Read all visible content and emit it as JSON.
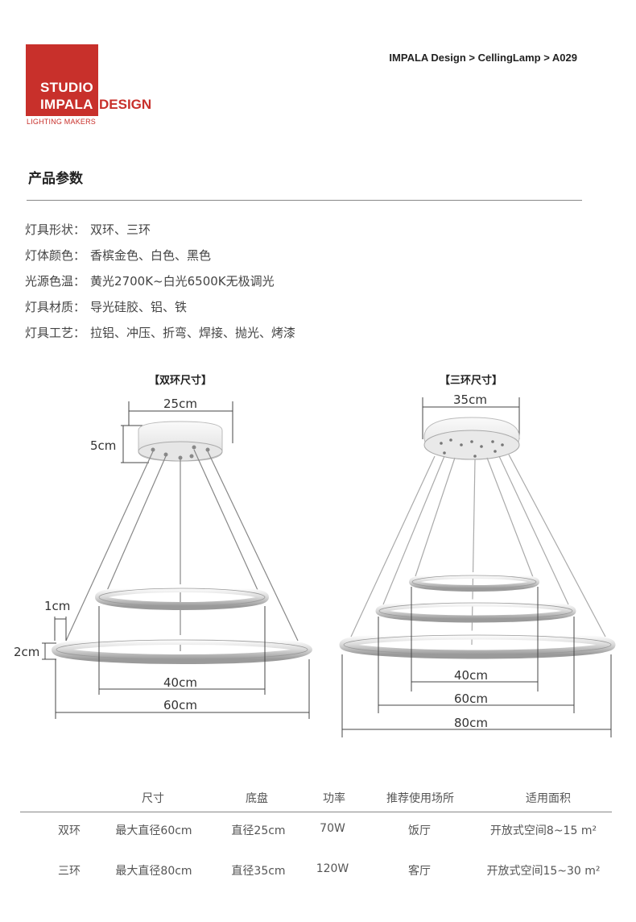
{
  "logo": {
    "studio": "STUDIO",
    "impala": "IMPALA",
    "design": "DESIGN",
    "sub": "LIGHTING MAKERS"
  },
  "breadcrumb": "IMPALA Design > CellingLamp > A029",
  "section_title": "产品参数",
  "specs": [
    {
      "label": "灯具形状",
      "value": "双环、三环"
    },
    {
      "label": "灯体颜色",
      "value": "香槟金色、白色、黑色"
    },
    {
      "label": "光源色温",
      "value": "黄光2700K~白光6500K无极调光"
    },
    {
      "label": "灯具材质",
      "value": "导光硅胶、铝、铁"
    },
    {
      "label": "灯具工艺",
      "value": "拉铝、冲压、折弯、焊接、抛光、烤漆"
    }
  ],
  "diagram_double": {
    "title": "【双环尺寸】",
    "base_width": "25cm",
    "base_height": "5cm",
    "ring_thickness": "1cm",
    "ring_height": "2cm",
    "small_ring": "40cm",
    "large_ring": "60cm"
  },
  "diagram_triple": {
    "title": "【三环尺寸】",
    "base_width": "35cm",
    "ring_small": "40cm",
    "ring_mid": "60cm",
    "ring_large": "80cm"
  },
  "table": {
    "headers": [
      "",
      "尺寸",
      "底盘",
      "功率",
      "推荐使用场所",
      "适用面积"
    ],
    "rows": [
      [
        "双环",
        "最大直径60cm",
        "直径25cm",
        "70W",
        "饭厅",
        "开放式空间8~15 m²"
      ],
      [
        "三环",
        "最大直径80cm",
        "直径35cm",
        "120W",
        "客厅",
        "开放式空间15~30 m²"
      ]
    ]
  }
}
